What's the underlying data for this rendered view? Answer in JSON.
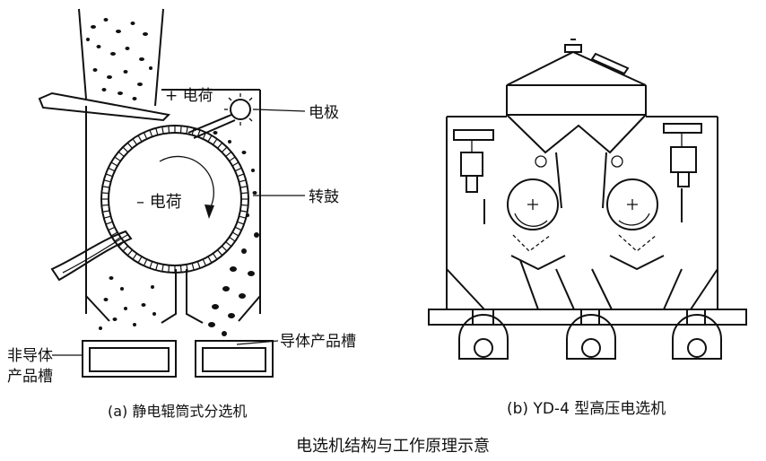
{
  "figure_a": {
    "label_plus_charge": "+ 电荷",
    "label_electrode": "电极",
    "label_minus_charge": "– 电荷",
    "label_drum": "转鼓",
    "label_conductor_trough": "导体产品槽",
    "label_nonconductor_line1": "非导体",
    "label_nonconductor_line2": "产品槽",
    "caption": "(a)  静电辊筒式分选机"
  },
  "figure_b": {
    "caption": "(b)  YD-4  型高压电选机"
  },
  "main_caption": "电选机结构与工作原理示意"
}
